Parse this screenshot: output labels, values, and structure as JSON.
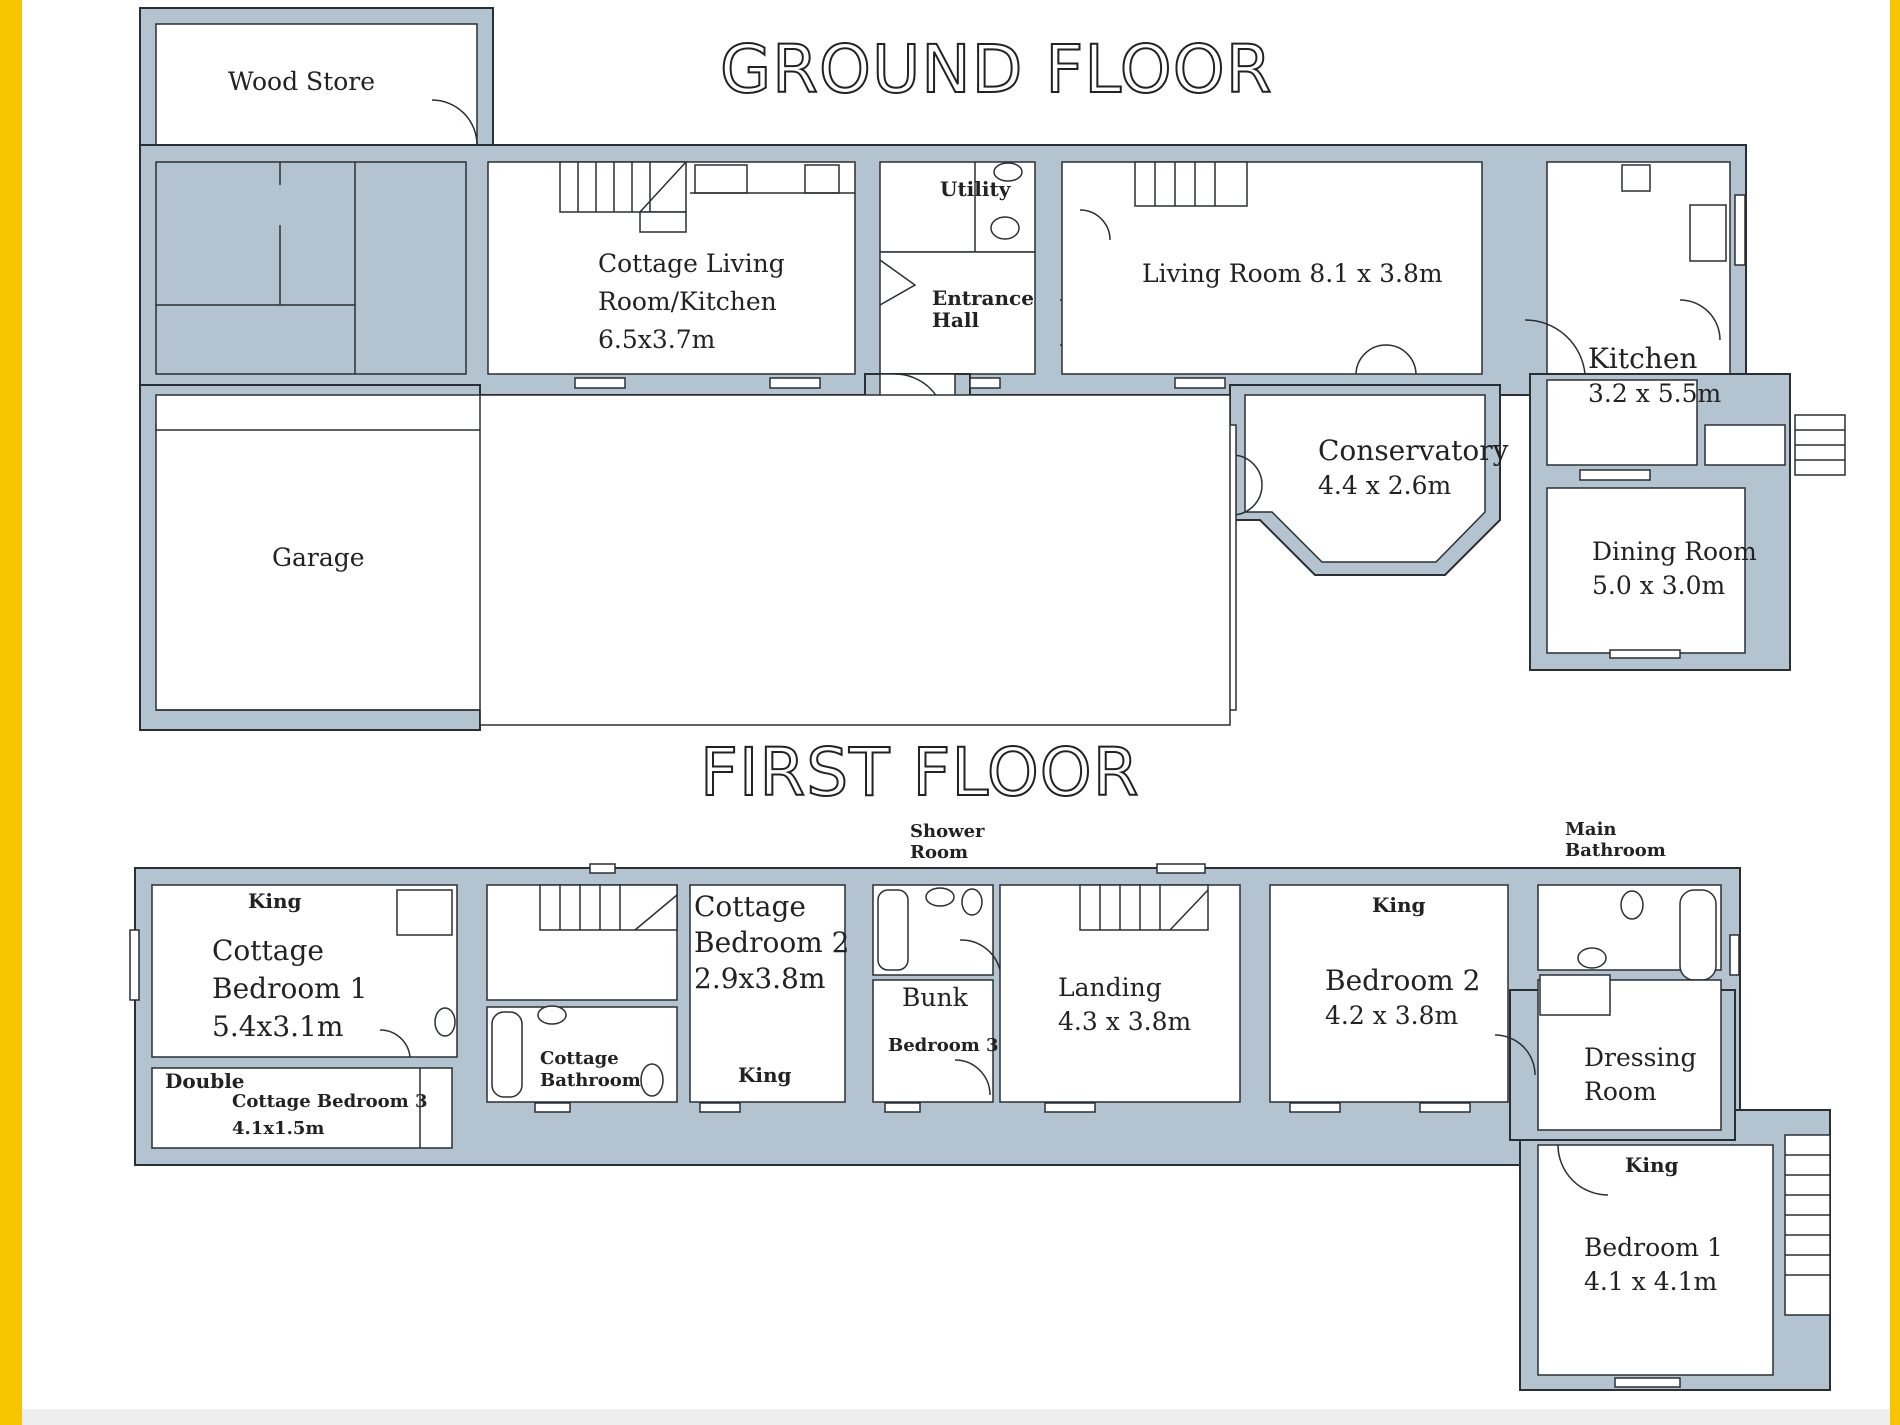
{
  "titles": {
    "ground": "GROUND FLOOR",
    "first": "FIRST FLOOR"
  },
  "ground": {
    "wood_store": "Wood Store",
    "cottage_living_1": "Cottage Living",
    "cottage_living_2": "Room/Kitchen",
    "cottage_living_3": "6.5x3.7m",
    "utility": "Utility",
    "entrance_1": "Entrance",
    "entrance_2": "Hall",
    "living_room": "Living Room 8.1 x 3.8m",
    "kitchen_1": "Kitchen",
    "kitchen_2": "3.2 x 5.5m",
    "conservatory_1": "Conservatory",
    "conservatory_2": "4.4 x 2.6m",
    "garage": "Garage",
    "dining_1": "Dining Room",
    "dining_2": "5.0 x 3.0m"
  },
  "first": {
    "shower_1": "Shower",
    "shower_2": "Room",
    "main_bath_1": "Main",
    "main_bath_2": "Bathroom",
    "king_cb1": "King",
    "cb1_1": "Cottage",
    "cb1_2": "Bedroom 1",
    "cb1_3": "5.4x3.1m",
    "double": "Double",
    "cb3_1": "Cottage Bedroom 3",
    "cb3_2": "4.1x1.5m",
    "cottage_bath_1": "Cottage",
    "cottage_bath_2": "Bathroom",
    "cb2_1": "Cottage",
    "cb2_2": "Bedroom 2",
    "cb2_3": "2.9x3.8m",
    "king_cb2": "King",
    "bunk": "Bunk",
    "bedroom3": "Bedroom 3",
    "landing_1": "Landing",
    "landing_2": "4.3 x 3.8m",
    "king_b2": "King",
    "b2_1": "Bedroom 2",
    "b2_2": "4.2 x 3.8m",
    "dressing_1": "Dressing",
    "dressing_2": "Room",
    "king_b1": "King",
    "b1_1": "Bedroom 1",
    "b1_2": "4.1 x 4.1m"
  }
}
